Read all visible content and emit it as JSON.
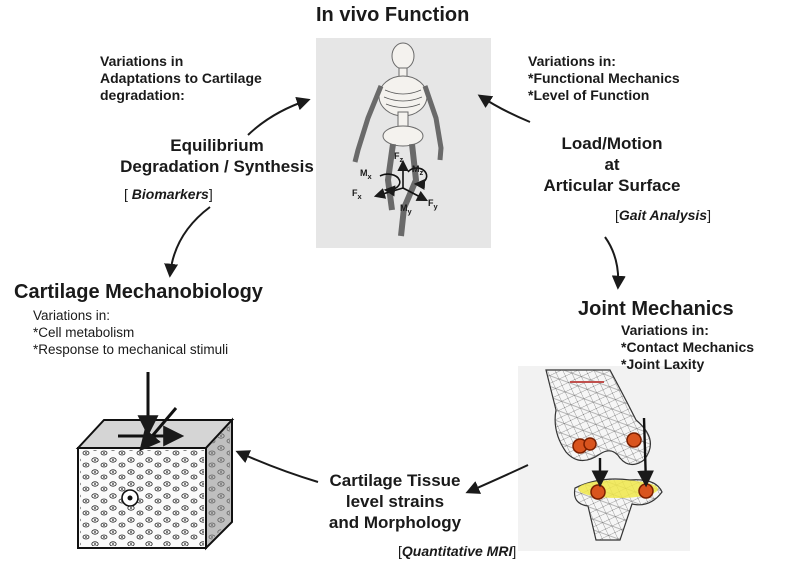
{
  "in_vivo": {
    "title": "In vivo Function",
    "labels": {
      "fz": "F",
      "mx": "M",
      "mz": "M",
      "fx": "F",
      "my": "M",
      "fy": "F",
      "sx": "x",
      "sz": "z",
      "sy": "y",
      "sfz": "z",
      "sfx": "x",
      "sfy": "y"
    }
  },
  "left_top": {
    "lines": [
      "Variations in",
      "Adaptations to Cartilage",
      "degradation:"
    ]
  },
  "right_top": {
    "lines": [
      "Variations in:",
      "*Functional Mechanics",
      "*Level of Function"
    ]
  },
  "equilibrium": {
    "lines": [
      "Equilibrium",
      "Degradation / Synthesis"
    ],
    "bracket_label": "Biomarkers"
  },
  "load_motion": {
    "lines": [
      "Load/Motion",
      "at",
      "Articular Surface"
    ],
    "bracket_label": "Gait Analysis"
  },
  "mechanobiology": {
    "title": "Cartilage Mechanobiology",
    "lines": [
      "Variations in:",
      "*Cell metabolism",
      "*Response to mechanical stimuli"
    ]
  },
  "joint_mechanics": {
    "title": "Joint Mechanics",
    "lines": [
      "Variations in:",
      "*Contact Mechanics",
      "*Joint Laxity"
    ]
  },
  "tissue": {
    "lines": [
      "Cartilage Tissue",
      "level strains",
      "and Morphology"
    ],
    "bracket_label": "Quantitative MRI"
  }
}
